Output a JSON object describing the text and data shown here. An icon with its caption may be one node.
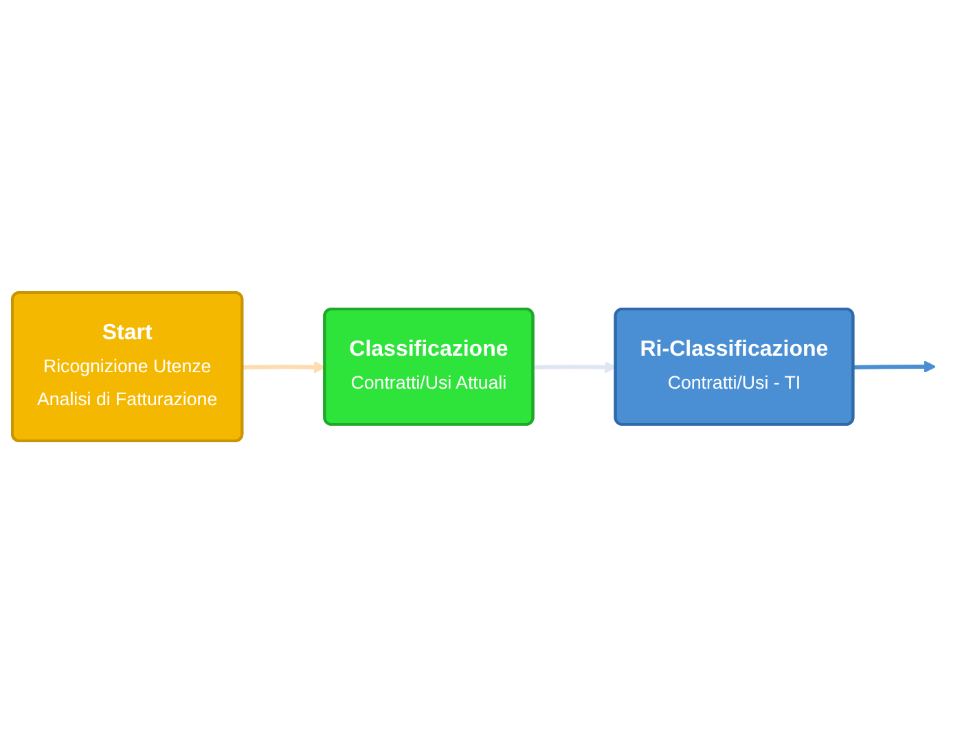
{
  "diagram": {
    "nodes": [
      {
        "text": [
          "Start",
          "Ricognizione Utenze",
          "Analisi di Fatturazione"
        ]
      },
      {
        "text": [
          "Classificazione",
          "Contratti/Usi Attuali"
        ]
      },
      {
        "text": [
          "Ri-Classificazione",
          "Contratti/Usi - TI"
        ]
      }
    ],
    "edges": [
      {
        "from": 0,
        "to": 1,
        "arrow": "to",
        "color": "#fddcb0"
      },
      {
        "from": 1,
        "to": 2,
        "arrow": "to",
        "color": "#dfe6f3"
      },
      {
        "from": 2,
        "to": null,
        "arrow": "to",
        "color": "#4a8fd4"
      }
    ]
  }
}
